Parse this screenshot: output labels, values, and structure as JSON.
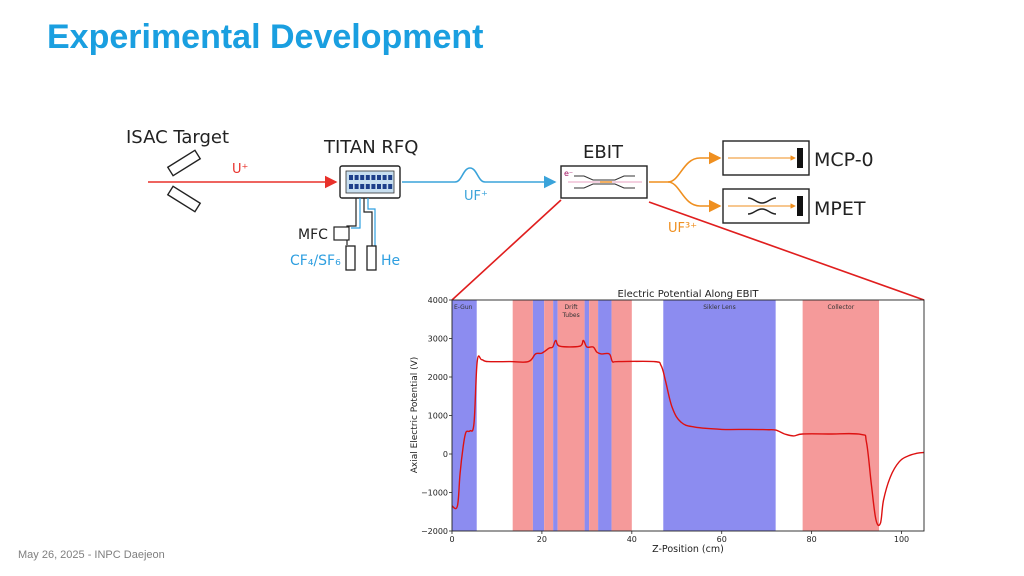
{
  "slide": {
    "title": "Experimental Development",
    "footer": "May 26, 2025 - INPC Daejeon"
  },
  "colors": {
    "title": "#1a9fe0",
    "beam_red": "#e8302a",
    "beam_blue": "#3aa3da",
    "beam_orange": "#ef8f1f",
    "gas_blue": "#2f9fe0",
    "curve": "#dd1111",
    "band_blue": "#8c8cf0",
    "band_red": "#f59a9a"
  },
  "diagram": {
    "isac_target": "ISAC Target",
    "titan_rfq": "TITAN RFQ",
    "ebit": "EBIT",
    "mcp0": "MCP-0",
    "mpet": "MPET",
    "mfc": "MFC",
    "he": "He",
    "cf4_sf6": "CF₄/SF₆",
    "beam_u": "U⁺",
    "beam_uf": "UF⁺",
    "beam_uf3": "UF³⁺",
    "electron": "e⁻"
  },
  "chart_data": {
    "type": "line",
    "title": "Electric Potential Along EBIT",
    "xlabel": "Z-Position (cm)",
    "ylabel": "Axial Electric Potential (V)",
    "xlim": [
      0,
      105
    ],
    "ylim": [
      -2000,
      4000
    ],
    "xticks": [
      0,
      20,
      40,
      60,
      80,
      100
    ],
    "yticks": [
      -2000,
      -1000,
      0,
      1000,
      2000,
      3000,
      4000
    ],
    "ytick_labels": [
      "−2000",
      "−1000",
      "0",
      "1000",
      "2000",
      "3000",
      "4000"
    ],
    "grid": false,
    "regions": [
      {
        "label": "E-Gun",
        "x0": 0,
        "x1": 5.5,
        "color": "blue"
      },
      {
        "label": "",
        "x0": 13.5,
        "x1": 18,
        "color": "red"
      },
      {
        "label": "",
        "x0": 18,
        "x1": 20.5,
        "color": "blue"
      },
      {
        "label": "",
        "x0": 20.5,
        "x1": 22.5,
        "color": "red"
      },
      {
        "label": "",
        "x0": 22.5,
        "x1": 23.5,
        "color": "blue"
      },
      {
        "label": "Drift Tubes",
        "x0": 23.5,
        "x1": 29.5,
        "color": "red"
      },
      {
        "label": "",
        "x0": 29.5,
        "x1": 30.5,
        "color": "blue"
      },
      {
        "label": "",
        "x0": 30.5,
        "x1": 32.5,
        "color": "red"
      },
      {
        "label": "",
        "x0": 32.5,
        "x1": 35.5,
        "color": "blue"
      },
      {
        "label": "",
        "x0": 35.5,
        "x1": 40,
        "color": "red"
      },
      {
        "label": "Sikler Lens",
        "x0": 47,
        "x1": 72,
        "color": "blue"
      },
      {
        "label": "Collector",
        "x0": 78,
        "x1": 95,
        "color": "red"
      }
    ],
    "series": [
      {
        "x": [
          0,
          1.2,
          1.8,
          2.5,
          3.1,
          4.0,
          4.9,
          5.6,
          6.6,
          8,
          13,
          17,
          18.6,
          20,
          21.6,
          22.4,
          23.1,
          24,
          28.4,
          29.2,
          30,
          31.4,
          32.2,
          33.2,
          35,
          35.7,
          37,
          45,
          46.5,
          47.5,
          49,
          51,
          54,
          60,
          66,
          70,
          72,
          74,
          76,
          78,
          84,
          91,
          92.2,
          93.3,
          94.3,
          95.3,
          96,
          97.5,
          99.5,
          101.5,
          103.5,
          105
        ],
        "y": [
          -1350,
          -1350,
          -500,
          200,
          560,
          600,
          800,
          2400,
          2450,
          2400,
          2400,
          2400,
          2600,
          2620,
          2750,
          2780,
          2950,
          2800,
          2800,
          2950,
          2780,
          2780,
          2650,
          2600,
          2600,
          2400,
          2400,
          2400,
          2300,
          1900,
          1200,
          820,
          700,
          640,
          640,
          630,
          620,
          520,
          470,
          520,
          520,
          510,
          300,
          -800,
          -1700,
          -1800,
          -1200,
          -600,
          -200,
          -50,
          20,
          40
        ]
      }
    ]
  }
}
